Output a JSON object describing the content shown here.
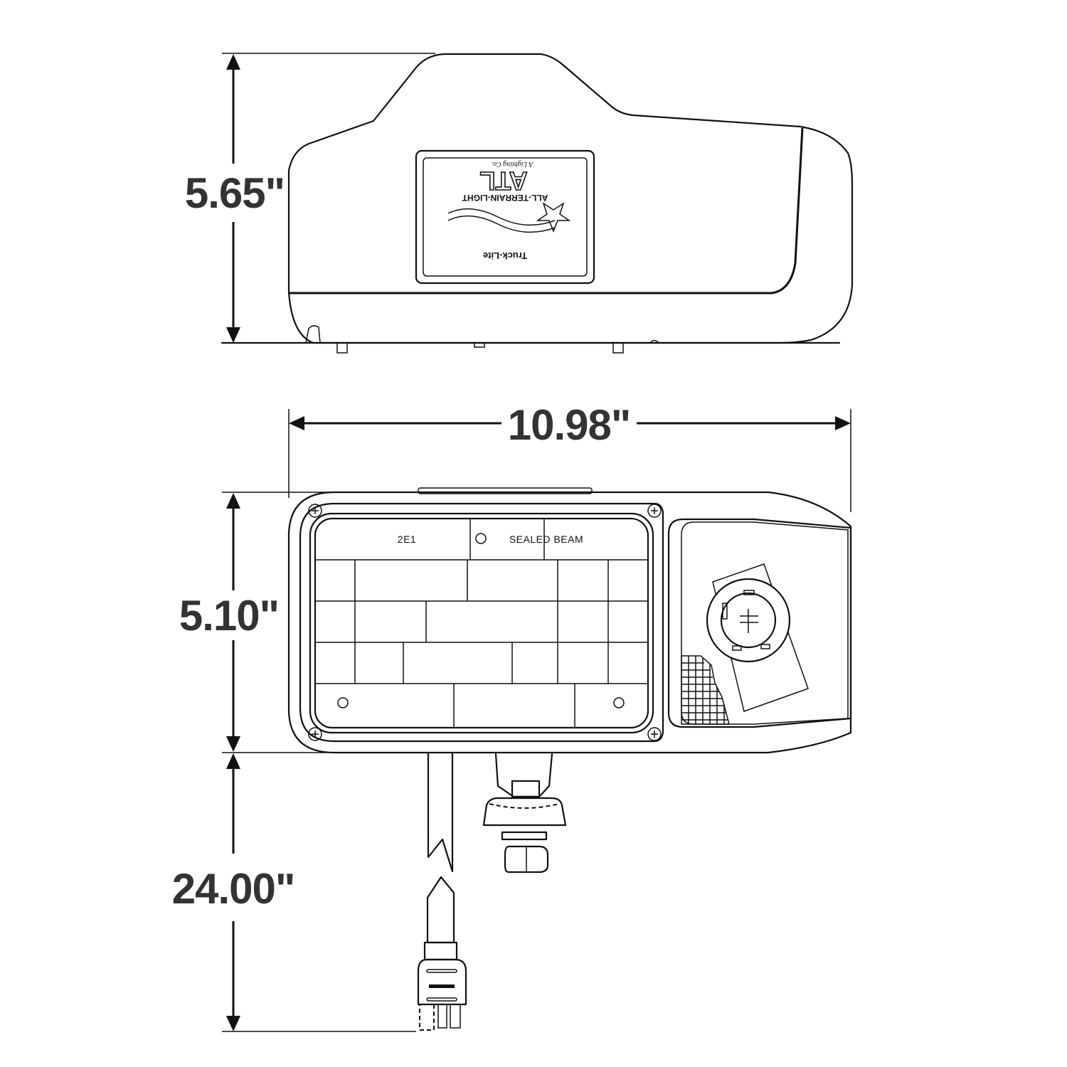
{
  "drawing": {
    "subject": "Truck-Lite ATL All-Terrain-Light sealed beam headlight",
    "views": [
      "top-view",
      "front-view"
    ],
    "dimensions": {
      "height_top_view": "5.65\"",
      "width": "10.98\"",
      "height_front_view": "5.10\"",
      "cord_length": "24.00\""
    },
    "lens_labels": {
      "left": "2E1",
      "right": "SEALED BEAM"
    },
    "logo": {
      "brand": "Truck-Lite",
      "mark": "ATL",
      "tagline": "ALL-TERRAIN-LIGHT",
      "signature": "A Lighting Co."
    },
    "colors": {
      "line": "#111111",
      "dimension_text": "#333333",
      "background": "#ffffff"
    }
  }
}
